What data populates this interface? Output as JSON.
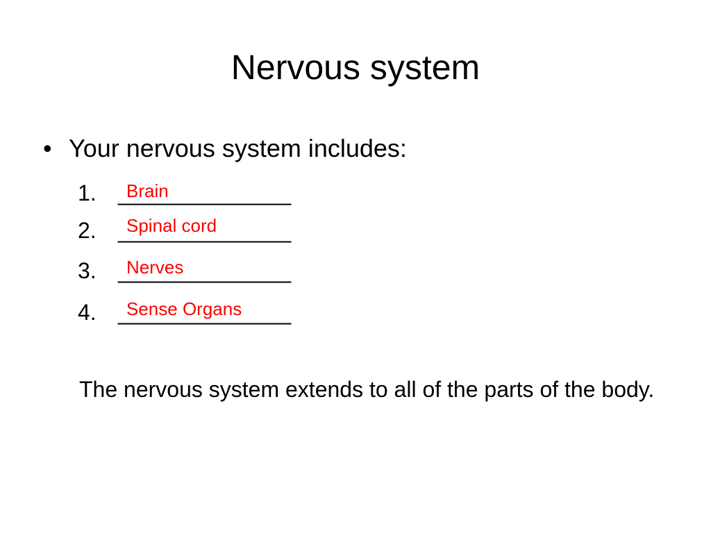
{
  "slide": {
    "title": "Nervous system",
    "bullet": {
      "marker": "•",
      "text": "Your nervous system includes:"
    },
    "items": [
      {
        "number": "1.",
        "blank": "______________",
        "answer": "Brain"
      },
      {
        "number": "2.",
        "blank": "______________",
        "answer": "Spinal cord"
      },
      {
        "number": "3.",
        "blank": "______________",
        "answer": "Nerves"
      },
      {
        "number": "4.",
        "blank": "______________",
        "answer": "Sense Organs"
      }
    ],
    "paragraph": "The nervous system extends to all of the parts of the body.",
    "answer_color": "#ff0000"
  }
}
